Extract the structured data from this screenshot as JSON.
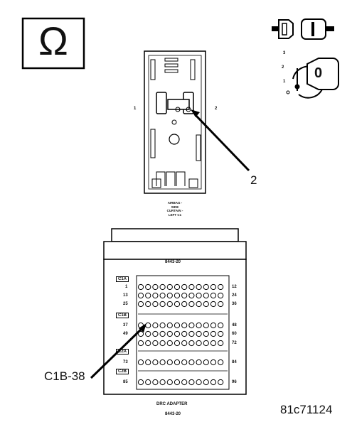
{
  "title_icons": {
    "ohm_symbol": "Ω",
    "key_position": "0",
    "switch_positions": [
      "3",
      "2",
      "1"
    ]
  },
  "connector_top": {
    "side_label_left": "1",
    "side_label_right": "2",
    "name_lines": [
      "AIRBAG -",
      "SIDE",
      "CURTAIN -",
      "LEFT C1"
    ]
  },
  "callouts": {
    "pin_callout": "2",
    "adapter_callout": "C1B-38"
  },
  "adapter": {
    "part_number_top": "8443-20",
    "name": "DRC ADAPTER",
    "part_number_bottom": "8443-20",
    "group_tags": [
      "C1A",
      "C1B",
      "C2A",
      "C2B"
    ],
    "left_row_numbers": [
      "1",
      "13",
      "25",
      "37",
      "49",
      "73",
      "85"
    ],
    "right_row_numbers": [
      "12",
      "24",
      "36",
      "48",
      "60",
      "72",
      "84",
      "96"
    ]
  },
  "figure_id": "81c71124"
}
